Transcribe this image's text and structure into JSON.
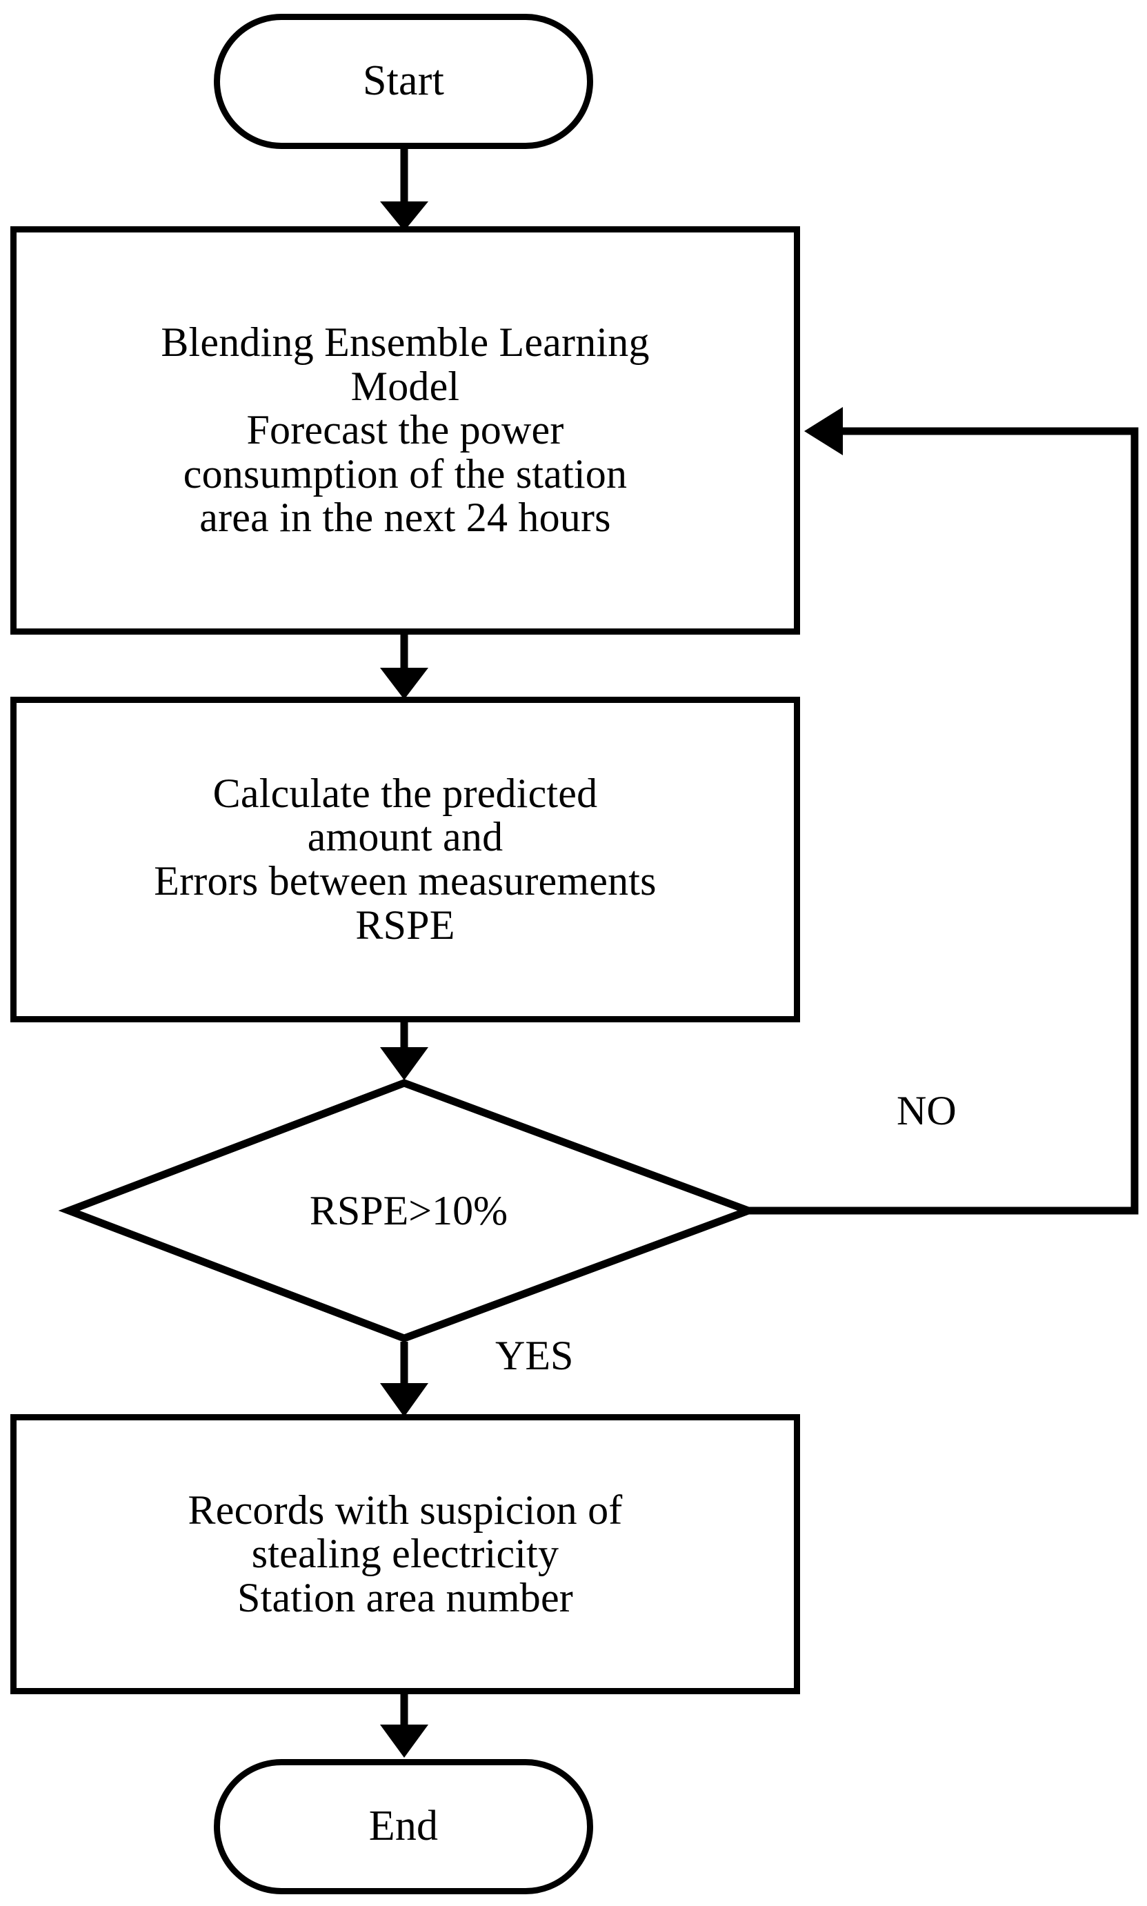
{
  "diagram": {
    "type": "flowchart",
    "title": "Electricity theft detection flowchart",
    "background_color": "#ffffff",
    "stroke_color": "#000000",
    "nodes": [
      {
        "id": "start",
        "shape": "terminal",
        "label": "Start"
      },
      {
        "id": "blending-model",
        "shape": "process",
        "label": "Blending Ensemble Learning\nModel\nForecast the power\nconsumption of the station\narea in the next 24 hours"
      },
      {
        "id": "calculate-error",
        "shape": "process",
        "label": "Calculate the predicted\namount and\nErrors between measurements\nRSPE"
      },
      {
        "id": "decision-rspe",
        "shape": "decision",
        "label": "RSPE>10%"
      },
      {
        "id": "records-suspicion",
        "shape": "process",
        "label": "Records with suspicion of\nstealing electricity\nStation area number"
      },
      {
        "id": "end",
        "shape": "terminal",
        "label": "End"
      }
    ],
    "edge_labels": {
      "no": "NO",
      "yes": "YES"
    }
  }
}
